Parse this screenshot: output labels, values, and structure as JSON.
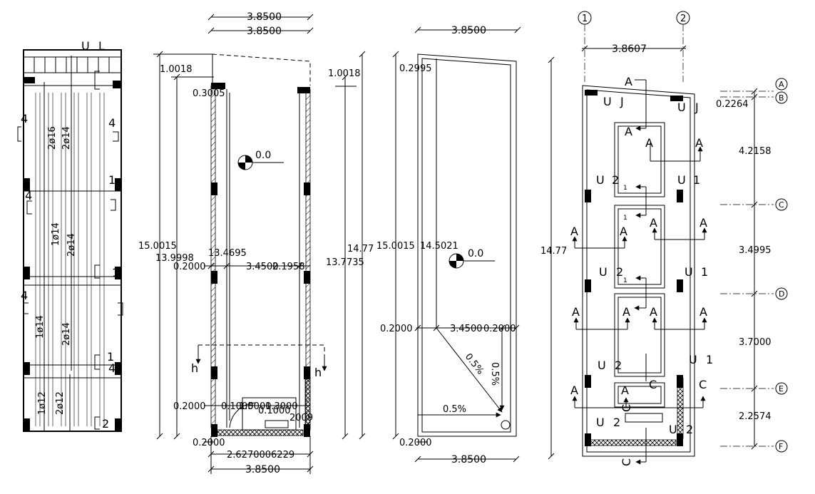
{
  "view1": {
    "top_labels": [
      "U",
      "L"
    ],
    "side_numbers": [
      "4",
      "4",
      "4",
      "1",
      "1",
      "4",
      "1",
      "4",
      "2"
    ],
    "rebars": [
      "2ø16",
      "2ø14",
      "1ø14",
      "2ø14",
      "1ø14",
      "2ø14",
      "1ø12",
      "2ø12"
    ]
  },
  "view2": {
    "top_dim_1": "3.8500",
    "top_dim_2": "3.8500",
    "dim_top_offset": "1.0018",
    "dim_total": "15.0015",
    "dim_inner": "13.9998",
    "dim_wall_top": "0.3005",
    "level": "0.0",
    "dim_clear_height": "13.4695",
    "dim_wall_mid": "0.2000",
    "dim_clear_width": "3.4500",
    "dim_mid_overlap": "2.1958",
    "section_marks": [
      "h",
      "h"
    ],
    "dim_wall_bottom_1": "0.2000",
    "dim_door_left": "0.1000",
    "dim_door_mid": "1.5000",
    "dim_door_right": "1.3000",
    "dim_door_sub": "0.1000",
    "dim_door_end": "2009",
    "dim_wall_bottom_2": "0.2000",
    "dim_bottom_combined": "2.6270006229",
    "dim_bottom_total": "3.8500"
  },
  "view3": {
    "top_dim": "3.8500",
    "dim_top_offset": "1.0018",
    "dim_wall_top": "0.2995",
    "dim_left_a": "14.77",
    "dim_left_b": "13.7735",
    "dim_total": "15.0015",
    "dim_inner": "14.5021",
    "level": "0.0",
    "dim_wall_left": "0.2000",
    "dim_clear_width": "3.4500",
    "dim_wall_right": "0.2000",
    "slope_1": "0.5%",
    "slope_2": "0.5%",
    "slope_3": "0.5%",
    "dim_wall_bottom": "0.2000",
    "bottom_dim": "3.8500"
  },
  "view4": {
    "grid_cols": [
      "1",
      "2"
    ],
    "grid_col_dim": "3.8607",
    "dim_total": "14.77",
    "grid_rows": [
      "A",
      "B",
      "C",
      "D",
      "E",
      "F"
    ],
    "row_dims": [
      "0.2264",
      "4.2158",
      "3.4995",
      "3.7000",
      "2.2574"
    ],
    "room_labels": [
      "U",
      "J",
      "U",
      "J",
      "U",
      "2",
      "U",
      "1",
      "U",
      "2",
      "U",
      "1",
      "U",
      "2",
      "U",
      "1",
      "U",
      "2",
      "U",
      "2"
    ],
    "section_marks": [
      "A",
      "A",
      "A",
      "A",
      "A",
      "A",
      "A",
      "A",
      "A",
      "A",
      "A",
      "A",
      "A",
      "A",
      "C",
      "C",
      "C",
      "C"
    ],
    "arrow_numbers": [
      "1",
      "1",
      "1"
    ]
  }
}
